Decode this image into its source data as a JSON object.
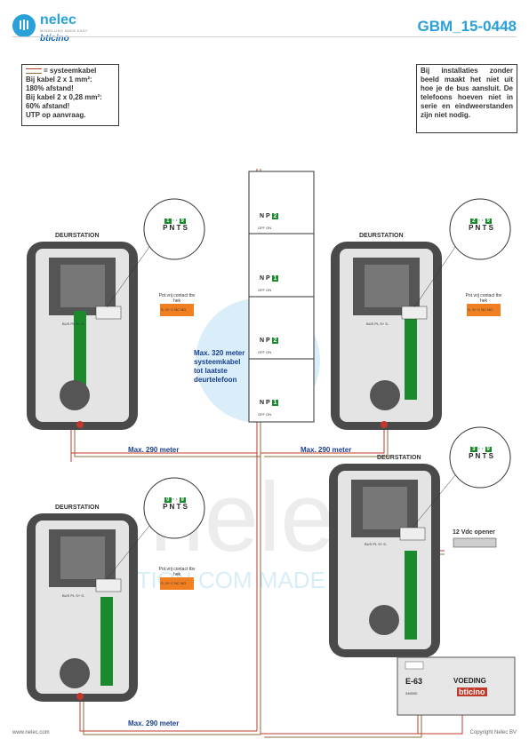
{
  "header": {
    "brand_name": "nelec",
    "brand_tagline": "MODELLING MADE EASY",
    "brand_partner": "bticino",
    "doc_code": "GBM_15-0448"
  },
  "notes": {
    "left": {
      "legend_label": "= systeemkabel",
      "lines": [
        "Bij kabel 2 x 1 mm²:",
        "180% afstand!",
        "Bij kabel 2 x 0,28 mm²:",
        "60% afstand!",
        "UTP op aanvraag."
      ]
    },
    "right": "Bij installaties zonder beeld maakt het niet uit hoe je de bus aansluit. De telefoons hoeven niet in serie en eindweerstanden zijn niet nodig."
  },
  "stations": [
    {
      "title": "DEURSTATION",
      "dip": {
        "headers": [
          "P",
          "N",
          "T",
          "S"
        ],
        "values": [
          "1",
          "",
          "",
          "9"
        ]
      },
      "pnts": "P N T S",
      "pot_label": "Pot.vrij contact tbv hek",
      "terminals": "S- S+ C NC NO",
      "bus_label": "BUS PL S+ S-",
      "distance": "Max. 290 meter"
    },
    {
      "title": "DEURSTATION",
      "dip": {
        "headers": [
          "P",
          "N",
          "T",
          "S"
        ],
        "values": [
          "2",
          "",
          "",
          "9"
        ]
      },
      "pnts": "P N T S",
      "pot_label": "Pot.vrij contact tbv hek",
      "terminals": "S- S+ C NC NO",
      "bus_label": "BUS PL S+ S-",
      "distance": "Max. 290 meter"
    },
    {
      "title": "DEURSTATION",
      "dip": {
        "headers": [
          "P",
          "N",
          "T",
          "S"
        ],
        "values": [
          "0",
          "",
          "",
          "9"
        ]
      },
      "pnts": "P N T S",
      "pot_label": "Pot.vrij contact tbv hek",
      "terminals": "S- S+ C NC NO",
      "bus_label": "BUS PL S+ S-",
      "distance": "Max. 290 meter"
    },
    {
      "title": "DEURSTATION",
      "dip": {
        "headers": [
          "P",
          "N",
          "T",
          "S"
        ],
        "values": [
          "3",
          "",
          "",
          "9"
        ]
      },
      "pnts": "P N T S",
      "pot_label": "",
      "terminals": "",
      "bus_label": "BUS PL S+ S-",
      "distance": ""
    }
  ],
  "handsets": [
    {
      "np_headers": [
        "N",
        "P"
      ],
      "np_values": [
        "",
        "2"
      ],
      "switch": "OFF ON"
    },
    {
      "np_headers": [
        "N",
        "P"
      ],
      "np_values": [
        "",
        "1"
      ],
      "switch": "OFF ON"
    },
    {
      "np_headers": [
        "N",
        "P"
      ],
      "np_values": [
        "",
        "2"
      ],
      "switch": "OFF ON"
    },
    {
      "np_headers": [
        "N",
        "P"
      ],
      "np_values": [
        "",
        "1"
      ],
      "switch": "OFF ON"
    }
  ],
  "center_label": [
    "Max. 320 meter",
    "systeemkabel",
    "tot laatste",
    "deurtelefoon"
  ],
  "opener_label": "12 Vdc opener",
  "power_supply": {
    "model": "E-63",
    "title": "VOEDING",
    "brand": "bticino",
    "code": "346000"
  },
  "watermark": "nelec",
  "watermark_sub": "... TION COM MADE ...",
  "footer": {
    "left": "www.nelec.com",
    "right": "Copyright Nelec BV"
  },
  "colors": {
    "accent": "#2aa0d8",
    "cable_red": "#c0392b",
    "cable_brown": "#8a6d3b",
    "green": "#1a8a2c",
    "orange": "#f07f22"
  }
}
